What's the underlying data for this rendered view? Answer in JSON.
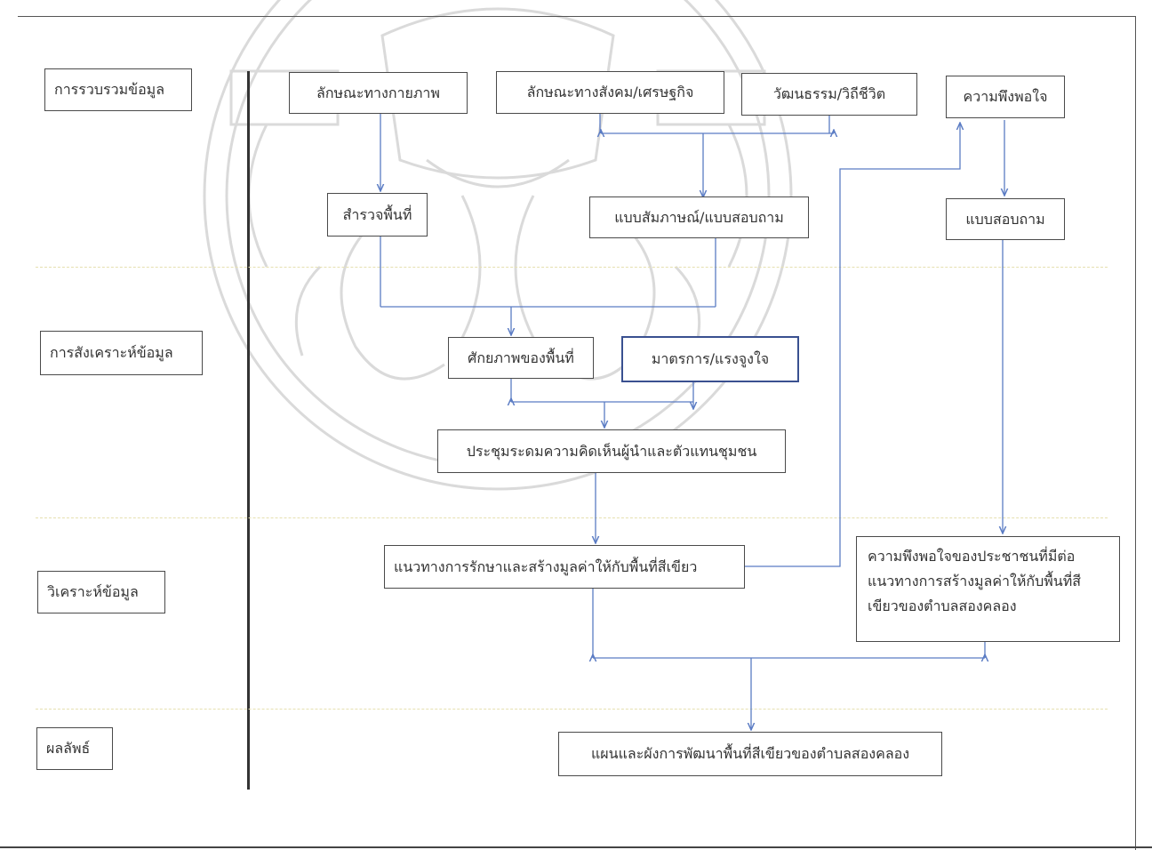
{
  "stages": {
    "collect": "การรวบรวมข้อมูล",
    "synthesize": "การสังเคราะห์ข้อมูล",
    "analyze": "วิเคราะห์ข้อมูล",
    "result": "ผลลัพธ์"
  },
  "nodes": {
    "physical": "ลักษณะทางกายภาพ",
    "social": "ลักษณะทางสังคม/เศรษฐกิจ",
    "culture": "วัฒนธรรม/วิถีชีวิต",
    "satisfaction": "ความพึงพอใจ",
    "survey": "สำรวจพื้นที่",
    "interview": "แบบสัมภาษณ์/แบบสอบถาม",
    "questionnaire": "แบบสอบถาม",
    "potential": "ศักยภาพของพื้นที่",
    "measures": "มาตรการ/แรงจูงใจ",
    "meeting": "ประชุมระดมความคิดเห็นผู้นำและตัวแทนชุมชน",
    "guideline": "แนวทางการรักษาและสร้างมูลค่าให้กับพื้นที่สีเขียว",
    "satisfaction_result": "ความพึงพอใจของประชาชนที่มีต่อแนวทางการสร้างมูลค่าให้กับพื้นที่สีเขียวของตำบลสองคลอง",
    "plan": "แผนและผังการพัฒนาพื้นที่สีเขียวของตำบลสองคลอง"
  },
  "colors": {
    "arrow": "#5b7cc4",
    "box_border": "#4a4a4a",
    "watermark": "#d9d9d9"
  }
}
